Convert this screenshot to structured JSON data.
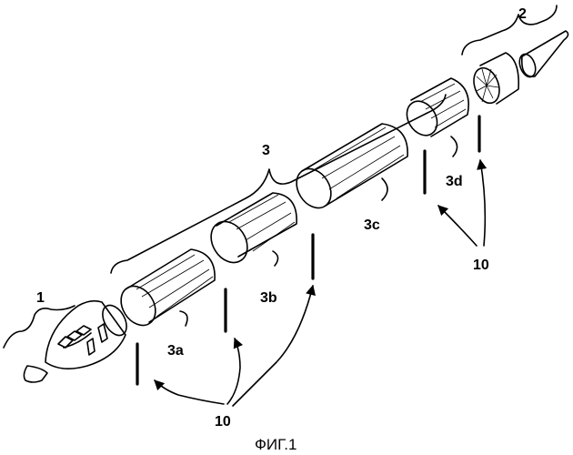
{
  "labels": {
    "nose_section": "1",
    "tail_section": "2",
    "fuselage_group": "3",
    "section_a": "3a",
    "section_b": "3b",
    "section_c": "3c",
    "section_d": "3d",
    "joints_left": "10",
    "joints_right": "10"
  },
  "caption": "ФИГ.1"
}
